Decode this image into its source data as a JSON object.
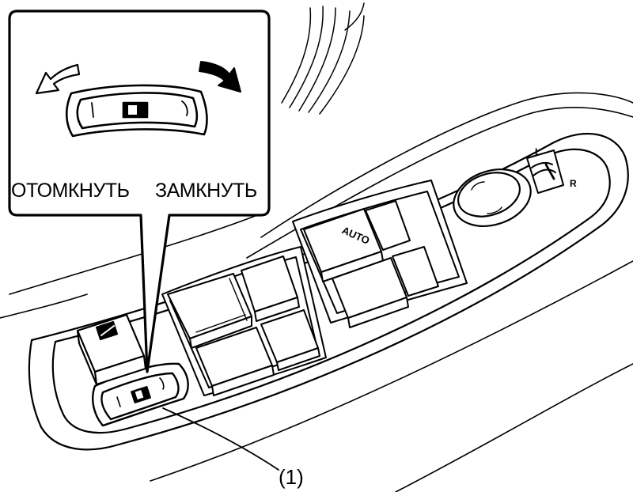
{
  "illustration": {
    "subject": "driver door power window switch panel",
    "accent_color": "#000000",
    "background_color": "#ffffff"
  },
  "inset": {
    "unlock_label": "ОТОМКНУТЬ",
    "lock_label": "ЗАМКНУТЬ",
    "unlock_arrow_icon": "curved-arrow-left",
    "lock_arrow_icon": "curved-arrow-right"
  },
  "panel": {
    "auto_label": "AUTO",
    "mirror_left_label": "L",
    "mirror_right_label": "R"
  },
  "callout": {
    "number_label": "(1)"
  }
}
